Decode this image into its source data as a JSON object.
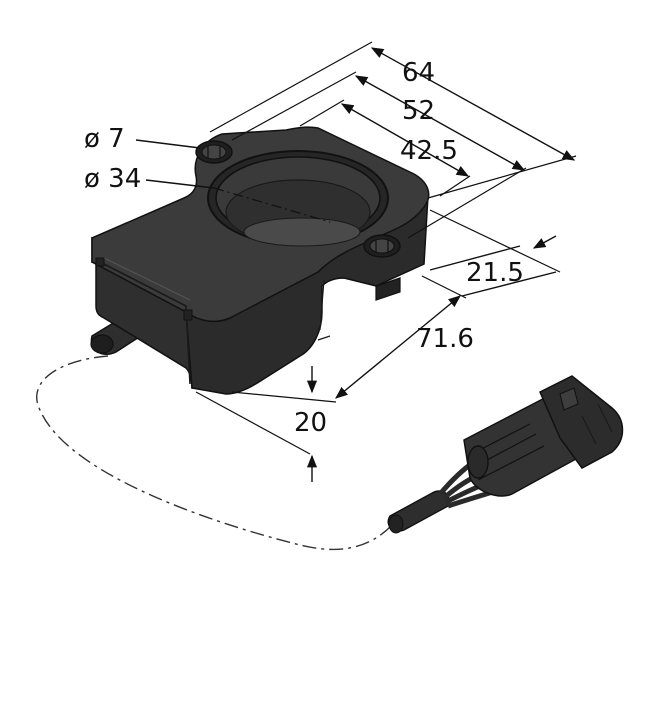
{
  "dimensions": {
    "hole_diameter": "ø 7",
    "bore_diameter": "ø 34",
    "overall_width": "64",
    "hole_spacing": "52",
    "bore_center_offset": "42.5",
    "bore_center_depth": "21.5",
    "overall_length": "71.6",
    "height": "20"
  },
  "colors": {
    "housing_top": "#3b3b3b",
    "housing_side": "#2a2a2a",
    "housing_front": "#333333",
    "line": "#111111",
    "background": "#ffffff"
  }
}
